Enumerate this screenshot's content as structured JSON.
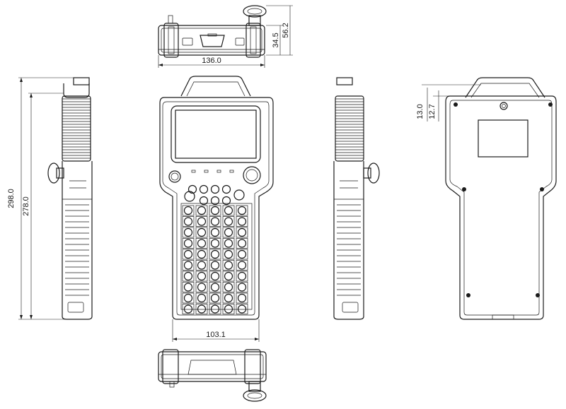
{
  "dimensions": {
    "top_width": "136.0",
    "top_height_small": "34.5",
    "top_height_large": "56.2",
    "side_height_total": "298.0",
    "side_height_body": "278.0",
    "front_width": "103.1",
    "back_offset_outer": "13.0",
    "back_offset_inner": "12.7"
  },
  "keypad": {
    "rows": 10,
    "cols": 5
  }
}
